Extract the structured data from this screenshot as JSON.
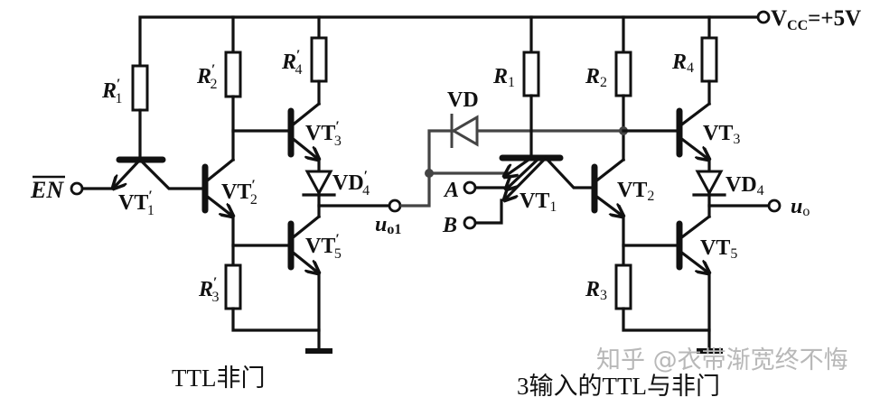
{
  "diagram": {
    "title_left": "TTL非门",
    "title_right": "3输入的TTL与非门",
    "watermark": "知乎 @衣带渐宽终不悔",
    "supply": {
      "name": "V",
      "sub": "CC",
      "value": "=+5V"
    },
    "left_circuit": {
      "input": {
        "name": "EN",
        "overbar": true
      },
      "output": {
        "name": "u",
        "sub": "o1"
      },
      "resistors": [
        {
          "name": "R",
          "sub": "1",
          "prime": "′"
        },
        {
          "name": "R",
          "sub": "2",
          "prime": "′"
        },
        {
          "name": "R",
          "sub": "3",
          "prime": "′"
        },
        {
          "name": "R",
          "sub": "4",
          "prime": "′"
        }
      ],
      "transistors": [
        {
          "name": "VT",
          "sub": "1",
          "prime": "′"
        },
        {
          "name": "VT",
          "sub": "2",
          "prime": "′"
        },
        {
          "name": "VT",
          "sub": "3",
          "prime": "′"
        },
        {
          "name": "VT",
          "sub": "5",
          "prime": "′"
        }
      ],
      "diodes": [
        {
          "name": "VD",
          "sub": "4",
          "prime": "′"
        }
      ]
    },
    "right_circuit": {
      "inputs": [
        {
          "name": "A"
        },
        {
          "name": "B"
        }
      ],
      "output": {
        "name": "u",
        "sub": "o"
      },
      "resistors": [
        {
          "name": "R",
          "sub": "1"
        },
        {
          "name": "R",
          "sub": "2"
        },
        {
          "name": "R",
          "sub": "3"
        },
        {
          "name": "R",
          "sub": "4"
        }
      ],
      "transistors": [
        {
          "name": "VT",
          "sub": "1"
        },
        {
          "name": "VT",
          "sub": "2"
        },
        {
          "name": "VT",
          "sub": "3"
        },
        {
          "name": "VT",
          "sub": "5"
        }
      ],
      "diodes": [
        {
          "name": "VD",
          "sub": ""
        },
        {
          "name": "VD",
          "sub": "4"
        }
      ]
    }
  }
}
